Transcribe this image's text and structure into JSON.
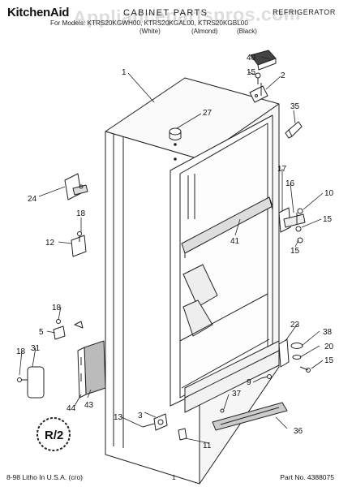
{
  "header": {
    "brand": "KitchenAid",
    "title": "CABINET PARTS",
    "category": "REFRIGERATOR",
    "model_line": "For Models: KTRS20KGWH00, KTRS20KGAL00, KTRS20KGBL00",
    "color_labels": [
      "(White)",
      "(Almond)",
      "(Black)"
    ]
  },
  "watermark": "Appliancepartspros.com",
  "stamp_text": "R/2",
  "callouts": [
    "1",
    "2",
    "3",
    "5",
    "9",
    "10",
    "11",
    "12",
    "13",
    "15",
    "15",
    "15",
    "15",
    "16",
    "17",
    "18",
    "18",
    "18",
    "20",
    "23",
    "24",
    "27",
    "31",
    "35",
    "36",
    "37",
    "38",
    "40",
    "41",
    "43",
    "44"
  ],
  "footer": {
    "left": "8-98 Litho In U.S.A. (cro)",
    "page_number": "1",
    "part_no": "Part No. 4388075"
  }
}
